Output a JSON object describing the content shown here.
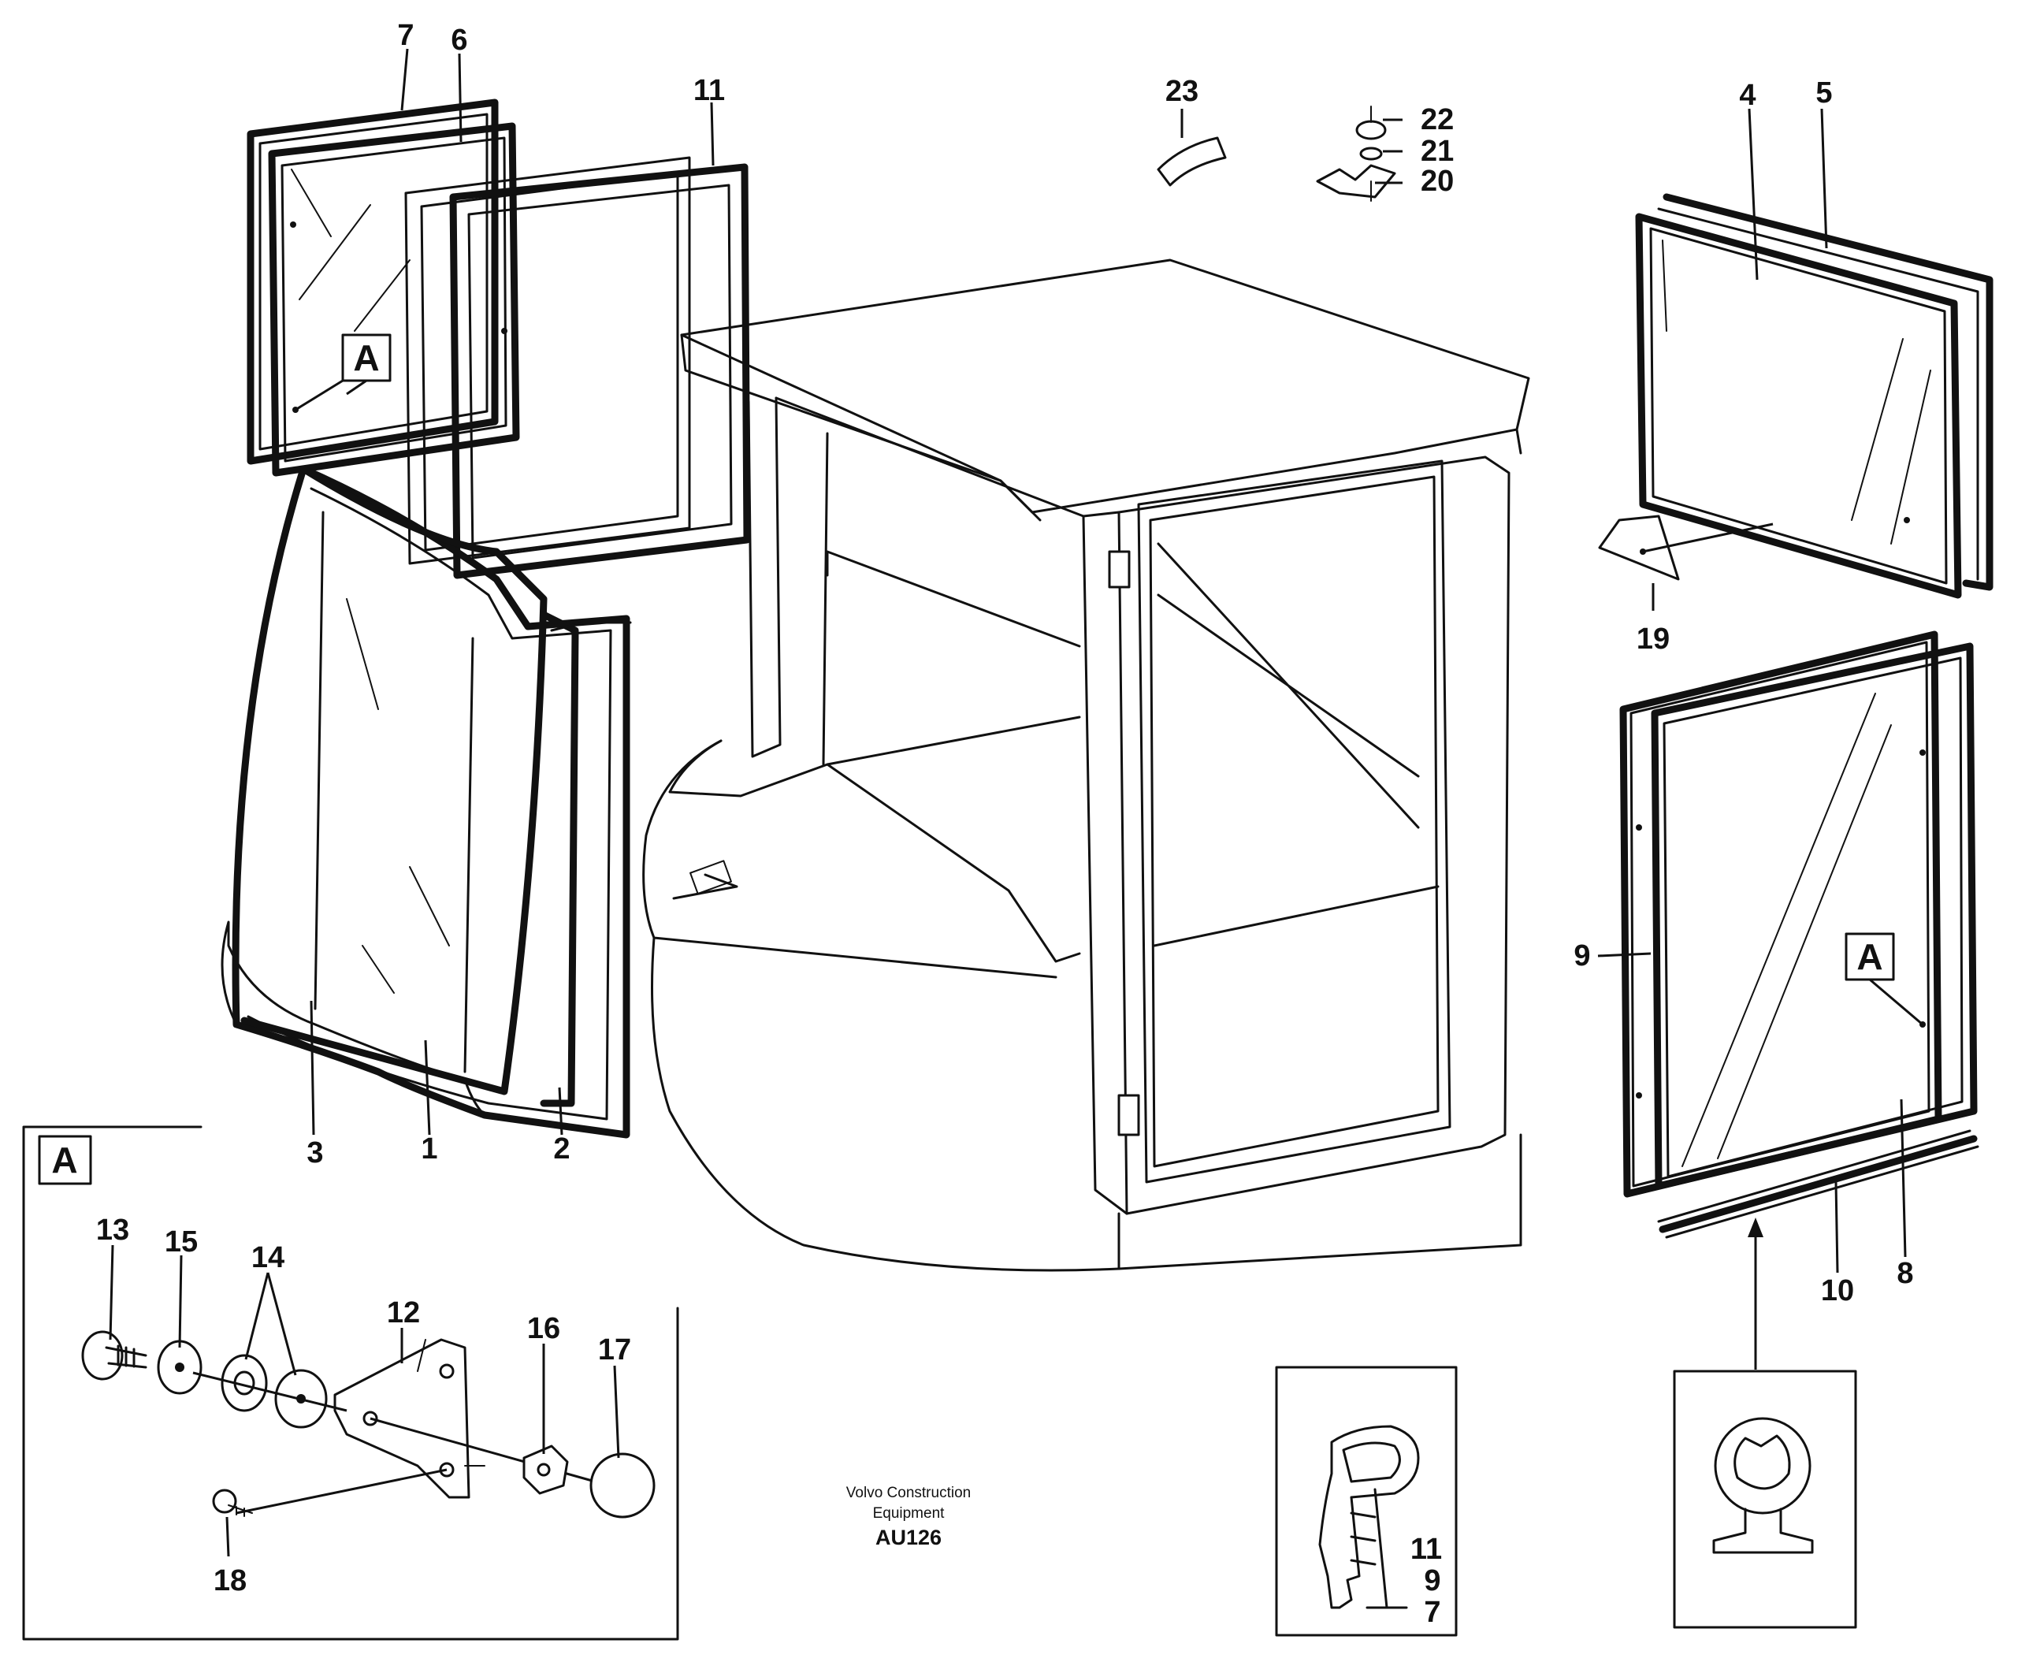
{
  "diagram": {
    "detail_letter": "A",
    "caption_line1": "Volvo Construction",
    "caption_line2": "Equipment",
    "drawing_code": "AU126",
    "callouts": {
      "c1": "1",
      "c2": "2",
      "c3": "3",
      "c4": "4",
      "c5": "5",
      "c6": "6",
      "c7": "7",
      "c8": "8",
      "c9": "9",
      "c10": "10",
      "c11": "11",
      "c12": "12",
      "c13": "13",
      "c14": "14",
      "c15": "15",
      "c16": "16",
      "c17": "17",
      "c18": "18",
      "c19": "19",
      "c20": "20",
      "c21": "21",
      "c22": "22",
      "c23": "23"
    },
    "profile_stack": {
      "line1": "11",
      "line2": "9",
      "line3": "7"
    }
  }
}
